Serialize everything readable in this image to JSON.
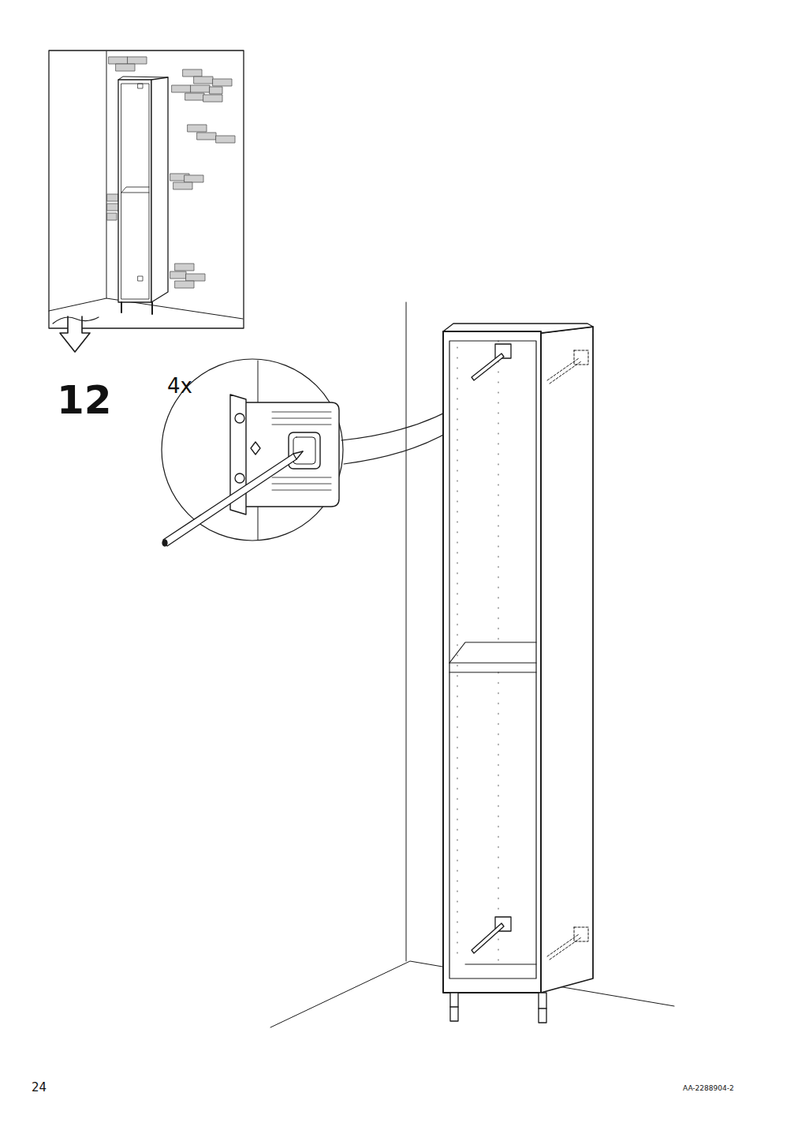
{
  "diagram": {
    "labels": [
      "12",
      "4x",
      "24",
      "AA-2288904-2"
    ]
  }
}
